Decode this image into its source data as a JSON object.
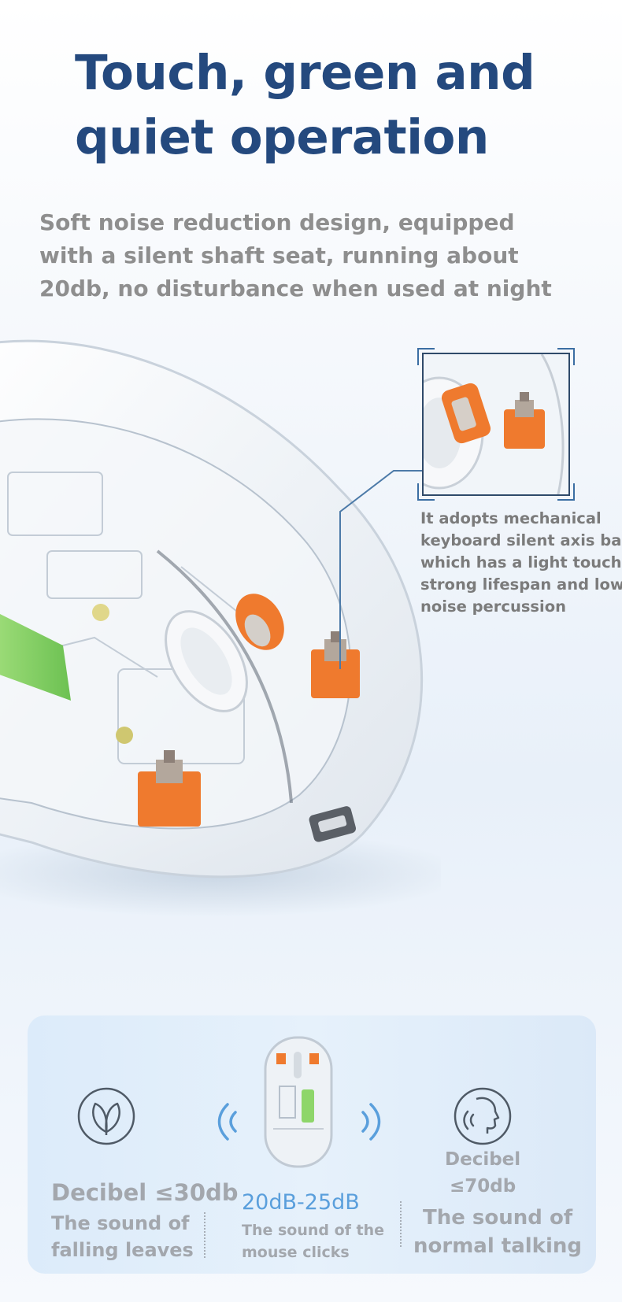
{
  "headline": {
    "line1": "Touch, green and",
    "line2": "quiet operation"
  },
  "intro": {
    "line1": "Soft noise reduction design, equipped",
    "line2": "with a silent shaft seat, running about",
    "line3": "20db, no disturbance when used at night"
  },
  "callout": {
    "lines": [
      "It adopts mechanical",
      "keyboard silent axis base",
      "which has a light touch,",
      "strong lifespan and low",
      "noise percussion"
    ]
  },
  "levels": [
    {
      "icon": "leaf-icon",
      "heading": "Decibel ≤30db",
      "desc1": "The sound of",
      "desc2": "falling leaves"
    },
    {
      "icon": "mouse-icon",
      "heading": "20dB-25dB",
      "desc1": "The sound of the",
      "desc2": "mouse clicks"
    },
    {
      "icon": "talking-head-icon",
      "heading1": "Decibel",
      "heading2": "≤70db",
      "desc1": "The sound of",
      "desc2": "normal talking"
    }
  ],
  "colors": {
    "headline": "#24497e",
    "intro_text": "#8e8e8e",
    "accent_blue": "#5a9fdc",
    "switch_orange": "#ef7a2e",
    "battery_green": "#8ed66a",
    "panel_bg": "#dcebfa",
    "stat_text": "#a3a7ad"
  }
}
